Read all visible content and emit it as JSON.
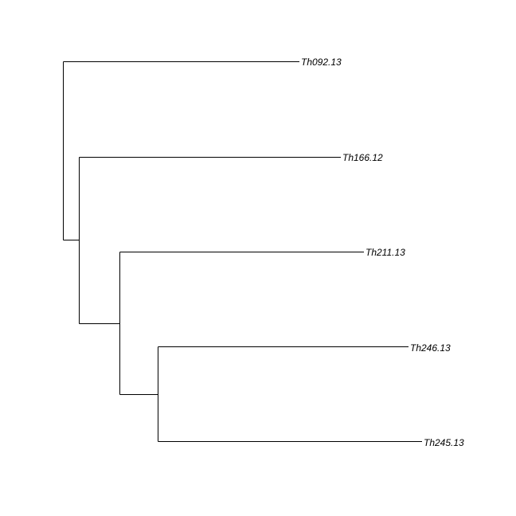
{
  "tree": {
    "tips": [
      {
        "label": "Th092.13"
      },
      {
        "label": "Th166.12"
      },
      {
        "label": "Th211.13"
      },
      {
        "label": "Th246.13"
      },
      {
        "label": "Th245.13"
      }
    ]
  }
}
